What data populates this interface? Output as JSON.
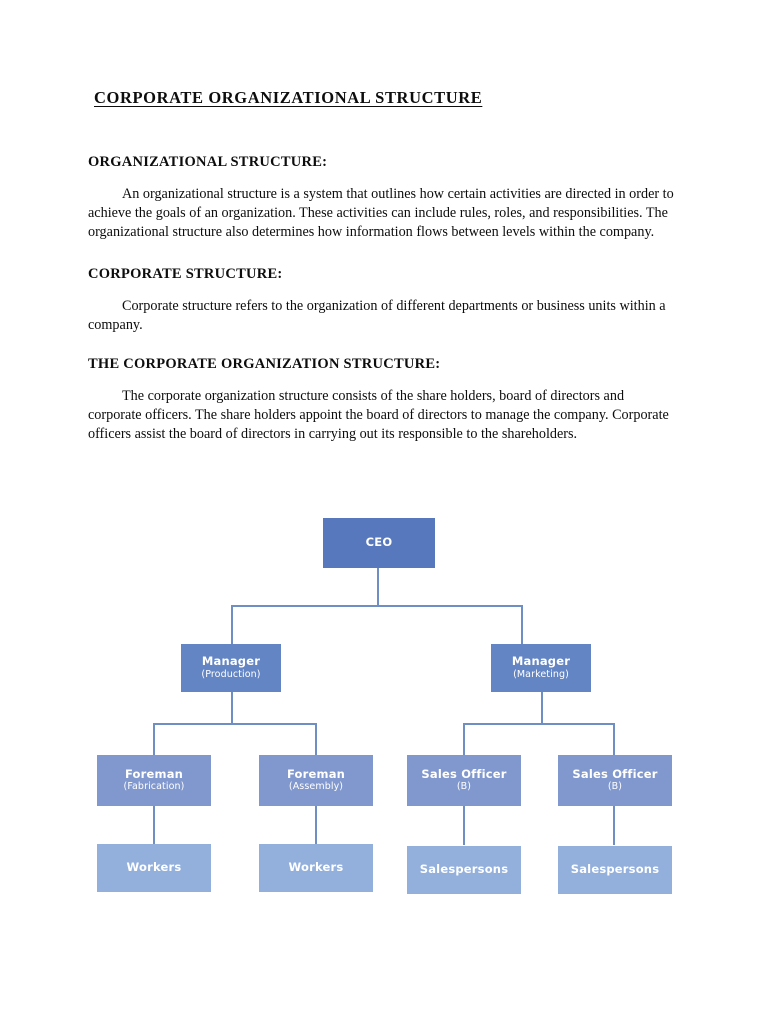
{
  "document": {
    "title": "CORPORATE ORGANIZATIONAL STRUCTURE",
    "sections": [
      {
        "heading": "ORGANIZATIONAL STRUCTURE:",
        "body": "An organizational structure is a system that outlines how certain activities are directed in order to achieve the goals of an organization. These activities can include rules, roles, and responsibilities. The organizational structure also determines how information flows between levels within the company."
      },
      {
        "heading": "CORPORATE STRUCTURE:",
        "body": "Corporate structure refers to the organization of different departments or business units within a company."
      },
      {
        "heading": "THE CORPORATE ORGANIZATION STRUCTURE:",
        "body": "The corporate organization structure consists of the share holders, board of directors and corporate officers. The share holders appoint the board of directors to manage the company. Corporate officers assist the board of directors in carrying out its responsible to the shareholders."
      }
    ]
  },
  "chart_data": {
    "type": "diagram",
    "title": "Corporate Organization Structure",
    "colors": {
      "level1": "#5878bd",
      "level2": "#6485c4",
      "level3": "#8098ce",
      "level4": "#93afdb",
      "connector": "#6f8fc4",
      "label": "#ffffff"
    },
    "nodes": [
      {
        "id": "ceo",
        "main": "CEO",
        "sub": "",
        "level": 1
      },
      {
        "id": "mgr-prod",
        "main": "Manager",
        "sub": "(Production)",
        "level": 2
      },
      {
        "id": "mgr-mkt",
        "main": "Manager",
        "sub": "(Marketing)",
        "level": 2
      },
      {
        "id": "fore-fab",
        "main": "Foreman",
        "sub": "(Fabrication)",
        "level": 3
      },
      {
        "id": "fore-asm",
        "main": "Foreman",
        "sub": "(Assembly)",
        "level": 3
      },
      {
        "id": "sales-a",
        "main": "Sales Officer",
        "sub": "(B)",
        "level": 3
      },
      {
        "id": "sales-b",
        "main": "Sales Officer",
        "sub": "(B)",
        "level": 3
      },
      {
        "id": "workers-a",
        "main": "Workers",
        "sub": "",
        "level": 4
      },
      {
        "id": "workers-b",
        "main": "Workers",
        "sub": "",
        "level": 4
      },
      {
        "id": "sp-a",
        "main": "Salespersons",
        "sub": "",
        "level": 4
      },
      {
        "id": "sp-b",
        "main": "Salespersons",
        "sub": "",
        "level": 4
      }
    ],
    "edges": [
      {
        "from": "ceo",
        "to": "mgr-prod"
      },
      {
        "from": "ceo",
        "to": "mgr-mkt"
      },
      {
        "from": "mgr-prod",
        "to": "fore-fab"
      },
      {
        "from": "mgr-prod",
        "to": "fore-asm"
      },
      {
        "from": "mgr-mkt",
        "to": "sales-a"
      },
      {
        "from": "mgr-mkt",
        "to": "sales-b"
      },
      {
        "from": "fore-fab",
        "to": "workers-a"
      },
      {
        "from": "fore-asm",
        "to": "workers-b"
      },
      {
        "from": "sales-a",
        "to": "sp-a"
      },
      {
        "from": "sales-b",
        "to": "sp-b"
      }
    ]
  }
}
